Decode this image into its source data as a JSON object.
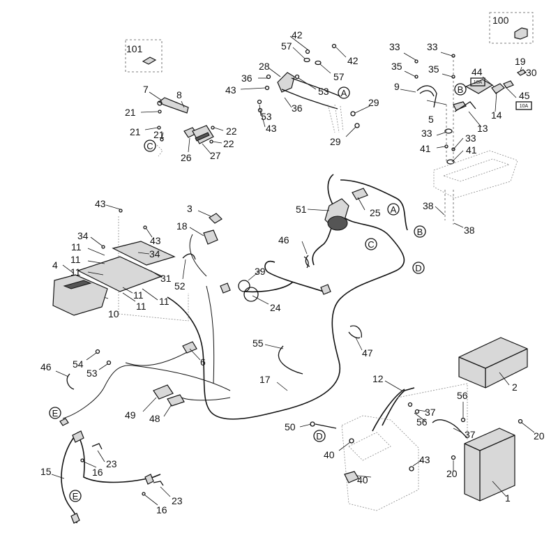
{
  "callouts": {
    "c1": "1",
    "c2": "2",
    "c3": "3",
    "c4": "4",
    "c5": "5",
    "c6": "6",
    "c7": "7",
    "c8": "8",
    "c9": "9",
    "c10": "10",
    "c11": "11",
    "c12": "12",
    "c13": "13",
    "c14": "14",
    "c15": "15",
    "c16": "16",
    "c17": "17",
    "c18": "18",
    "c19": "19",
    "c20": "20",
    "c21": "21",
    "c22": "22",
    "c23": "23",
    "c24": "24",
    "c25": "25",
    "c26": "26",
    "c27": "27",
    "c28": "28",
    "c29": "29",
    "c30": "30",
    "c31": "31",
    "c33": "33",
    "c34": "34",
    "c35": "35",
    "c36": "36",
    "c37": "37",
    "c38": "38",
    "c39": "39",
    "c40": "40",
    "c41": "41",
    "c42": "42",
    "c43": "43",
    "c44": "44",
    "c45": "45",
    "c46": "46",
    "c47": "47",
    "c48": "48",
    "c49": "49",
    "c50": "50",
    "c51": "51",
    "c52": "52",
    "c53": "53",
    "c54": "54",
    "c55": "55",
    "c56": "56",
    "c57": "57",
    "c100": "100",
    "c101": "101"
  },
  "connectors": {
    "A": "A",
    "B": "B",
    "C": "C",
    "D": "D",
    "E": "E"
  },
  "fuses": {
    "f44": "10A",
    "f45": "10A"
  }
}
